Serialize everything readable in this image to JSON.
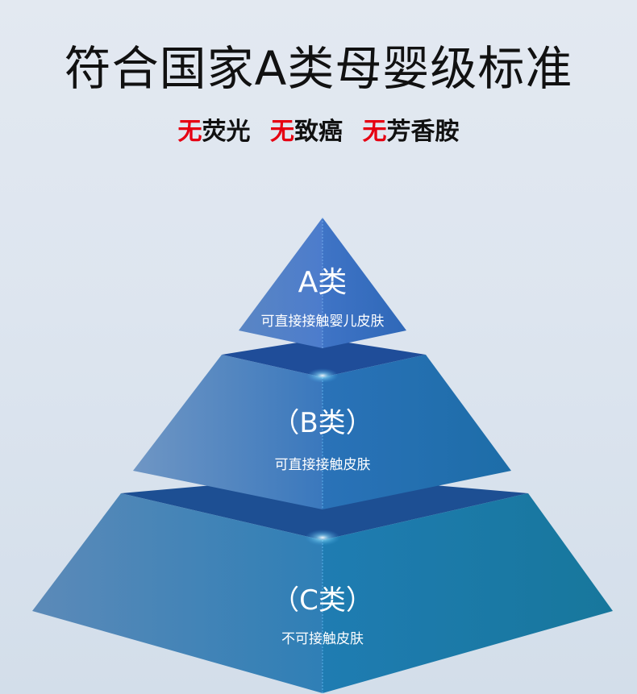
{
  "header": {
    "title": "符合国家A类母婴级标准",
    "tags": [
      {
        "prefix": "无",
        "text": "荧光"
      },
      {
        "prefix": "无",
        "text": "致癌"
      },
      {
        "prefix": "无",
        "text": "芳香胺"
      }
    ]
  },
  "pyramid": {
    "tiers": [
      {
        "title": "A类",
        "subtitle": "可直接接触婴儿皮肤"
      },
      {
        "title": "（B类）",
        "subtitle": "可直接接触皮肤"
      },
      {
        "title": "（C类）",
        "subtitle": "不可接触皮肤"
      }
    ]
  },
  "colors": {
    "accent_red": "#e60012",
    "pyramid_blue": "#2d6fb6"
  }
}
